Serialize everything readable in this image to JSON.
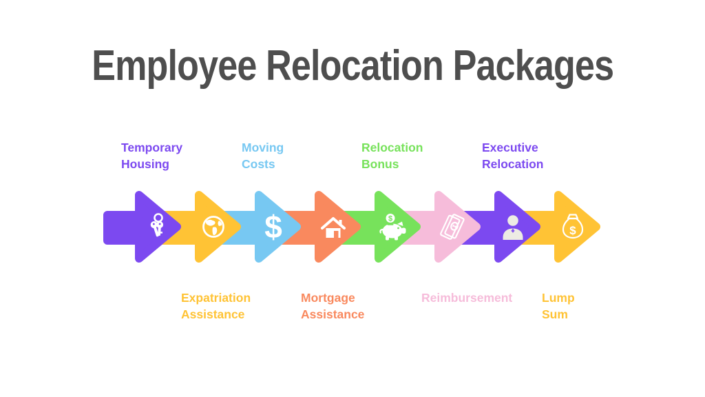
{
  "title": "Employee Relocation Packages",
  "colors": {
    "title": "#4E4E4E",
    "background": "#FFFFFF",
    "purple": "#7C49F0",
    "yellow": "#FFC335",
    "blue": "#77C8F2",
    "orange": "#F9895E",
    "green": "#77E25B",
    "pink": "#F6BCDA",
    "person_fill": "#EDECE4"
  },
  "steps": [
    {
      "label": "Temporary\nHousing",
      "color": "#7C49F0",
      "icon": "keys-icon",
      "label_position": "top"
    },
    {
      "label": "Expatriation\nAssistance",
      "color": "#FFC335",
      "icon": "globe-icon",
      "label_position": "bottom"
    },
    {
      "label": "Moving\nCosts",
      "color": "#77C8F2",
      "icon": "dollar-icon",
      "label_position": "top"
    },
    {
      "label": "Mortgage\nAssistance",
      "color": "#F9895E",
      "icon": "house-icon",
      "label_position": "bottom"
    },
    {
      "label": "Relocation\nBonus",
      "color": "#77E25B",
      "icon": "piggy-bank-icon",
      "label_position": "top"
    },
    {
      "label": "Reimbursement",
      "color": "#F6BCDA",
      "icon": "banknote-icon",
      "label_position": "bottom"
    },
    {
      "label": "Executive\nRelocation",
      "color": "#7C49F0",
      "icon": "person-icon",
      "label_position": "top"
    },
    {
      "label": "Lump\nSum",
      "color": "#FFC335",
      "icon": "money-bag-icon",
      "label_position": "bottom"
    }
  ]
}
